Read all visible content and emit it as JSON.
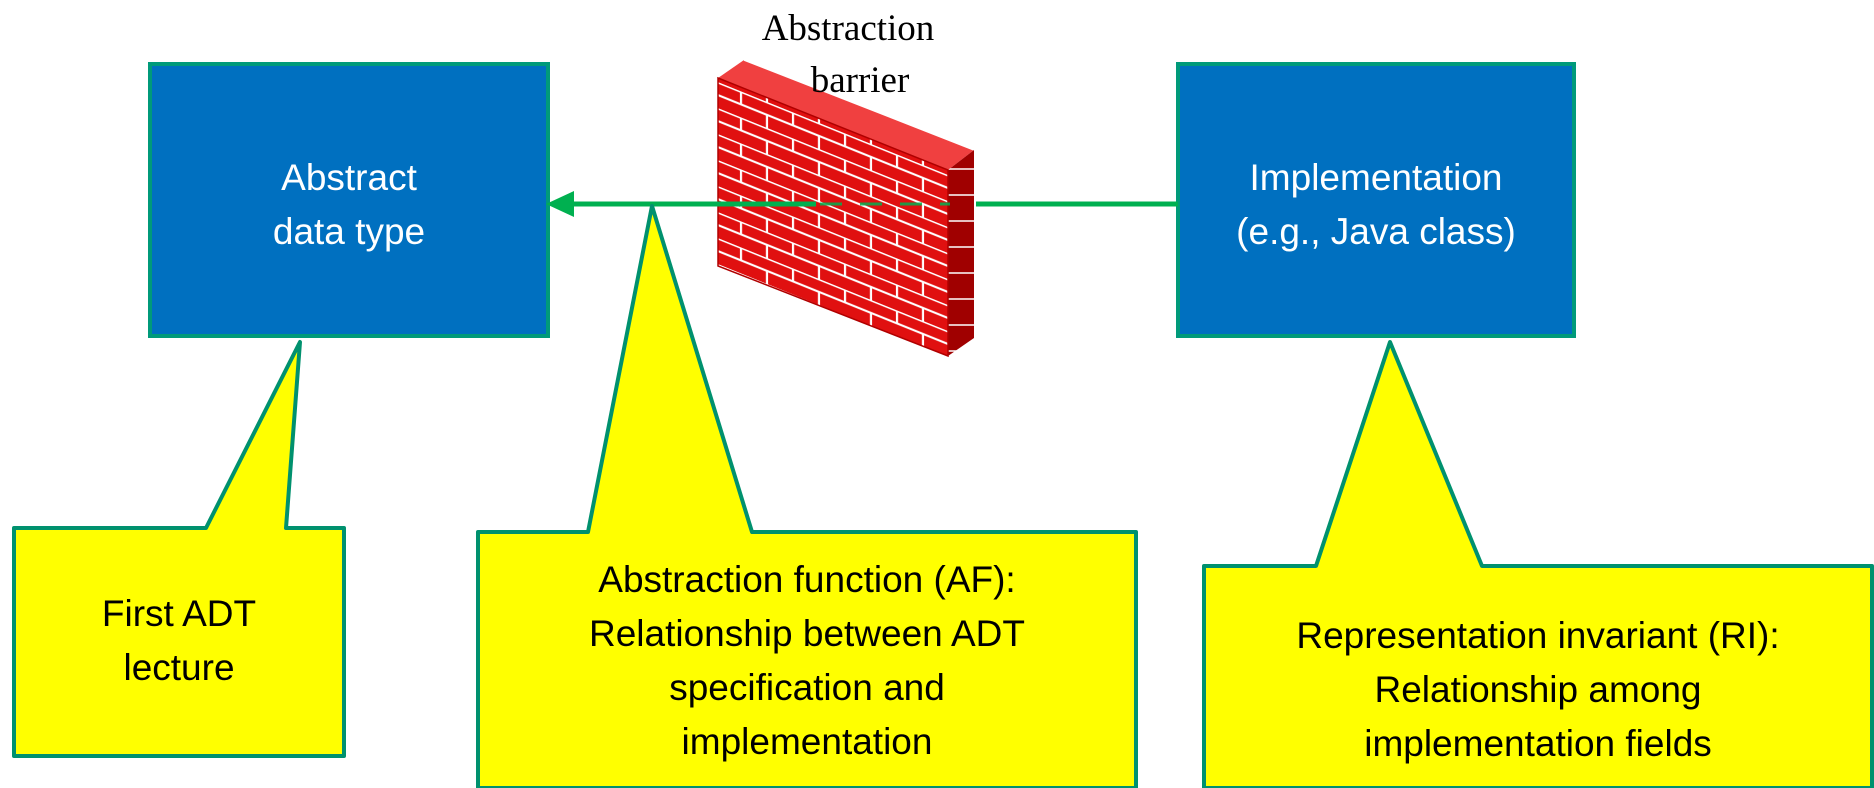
{
  "colors": {
    "box_fill": "#0070C0",
    "box_stroke": "#009A7A",
    "callout_fill": "#FFFF00",
    "callout_stroke": "#00916E",
    "arrow": "#00B050",
    "brick": "#E01010",
    "brick_shadow": "#9A0000",
    "mortar": "#FFFFFF"
  },
  "boxes": {
    "abstract": {
      "lines": [
        "Abstract",
        "data type"
      ]
    },
    "implementation": {
      "lines": [
        "Implementation",
        "(e.g., Java class)"
      ]
    }
  },
  "barrier": {
    "label_lines": [
      "Abstraction",
      "barrier"
    ],
    "icon": "brick-wall-icon"
  },
  "callouts": {
    "first_adt": {
      "lines": [
        "First ADT",
        "lecture"
      ]
    },
    "af": {
      "lines": [
        "Abstraction function (AF):",
        "Relationship between ADT",
        "specification and",
        "implementation"
      ]
    },
    "ri": {
      "lines": [
        "Representation invariant (RI):",
        "Relationship among",
        "implementation fields"
      ]
    }
  }
}
